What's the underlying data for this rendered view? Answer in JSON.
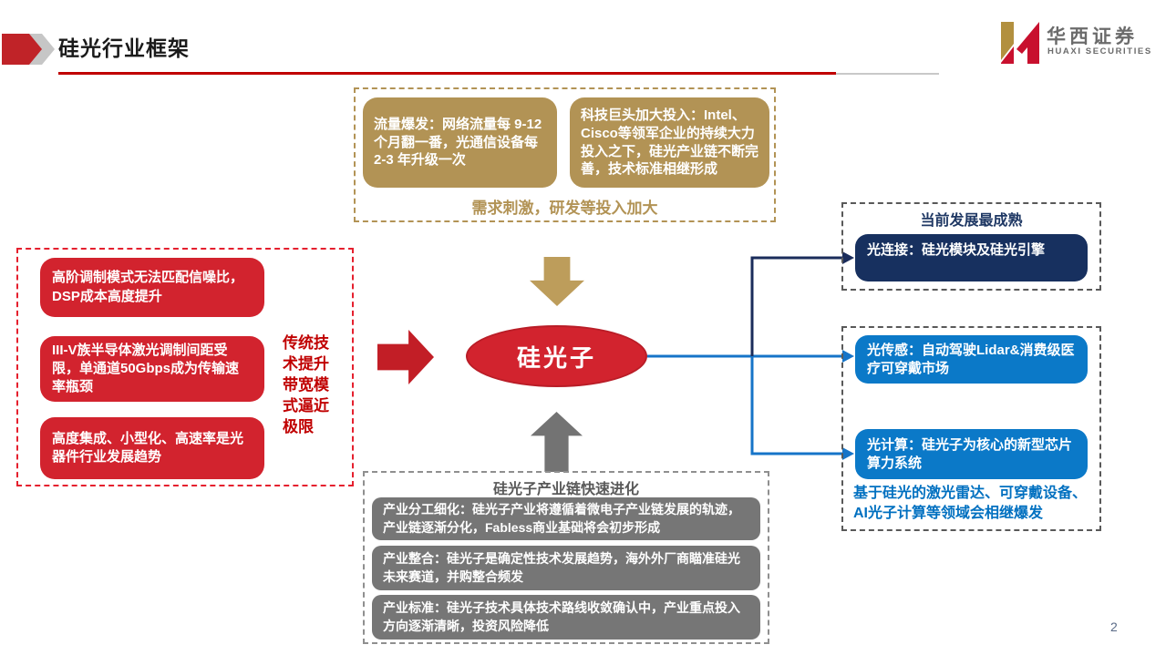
{
  "header": {
    "title": "硅光行业框架",
    "logo_cn": "华西证券",
    "logo_en": "HUAXI SECURITIES"
  },
  "top_section": {
    "boxes": [
      {
        "text": "流量爆发：网络流量每 9-12 个月翻一番，光通信设备每 2-3 年升级一次"
      },
      {
        "text": "科技巨头加大投入：Intel、Cisco等领军企业的持续大力投入之下，硅光产业链不断完善，技术标准相继形成"
      }
    ],
    "caption": "需求刺激，研发等投入加大"
  },
  "left_section": {
    "boxes": [
      {
        "text": "高阶调制模式无法匹配信噪比，DSP成本高度提升"
      },
      {
        "text": "III-V族半导体激光调制间距受限，单通道50Gbps成为传输速率瓶颈"
      },
      {
        "text": "高度集成、小型化、高速率是光器件行业发展趋势"
      }
    ],
    "side_note": "传统技术提升带宽模式逼近极限"
  },
  "center": {
    "label": "硅光子"
  },
  "right_section": {
    "maturity_title": "当前发展最成熟",
    "maturity_box": "光连接：硅光模块及硅光引擎",
    "boxes": [
      {
        "text": "光传感：自动驾驶Lidar&消费级医疗可穿戴市场"
      },
      {
        "text": "光计算：硅光子为核心的新型芯片算力系统"
      }
    ],
    "note": "基于硅光的激光雷达、可穿戴设备、AI光子计算等领域会相继爆发"
  },
  "bottom_section": {
    "title": "硅光子产业链快速进化",
    "boxes": [
      {
        "text": "产业分工细化：硅光子产业将遵循着微电子产业链发展的轨迹，产业链逐渐分化，Fabless商业基础将会初步形成"
      },
      {
        "text": "产业整合：硅光子是确定性技术发展趋势，海外外厂商瞄准硅光未来赛道，并购整合频发"
      },
      {
        "text": "产业标准：硅光子技术具体技术路线收敛确认中，产业重点投入方向逐渐清晰，投资风险降低"
      }
    ]
  },
  "page": {
    "number": "2"
  },
  "colors": {
    "brand_red": "#c8102e",
    "box_red": "#d2232e",
    "gold": "#b29355",
    "navy": "#17305f",
    "blue": "#0b79c8",
    "gray": "#767676",
    "note_blue": "#0070c0",
    "rule_red": "#c00000"
  }
}
